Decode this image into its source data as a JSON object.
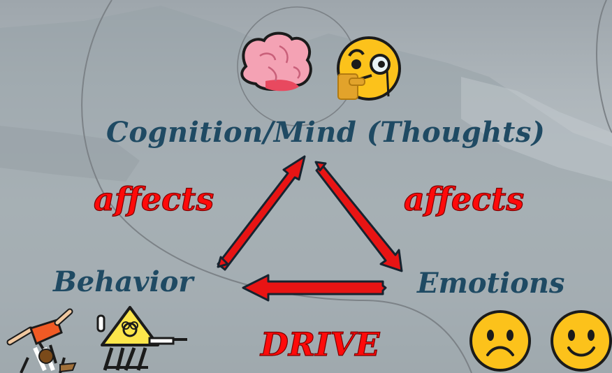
{
  "labels": {
    "cognition": "Cognition/Mind (Thoughts)",
    "behavior": "Behavior",
    "emotions": "Emotions"
  },
  "relations": {
    "affects_left": "affects",
    "affects_right": "affects",
    "drive": "DRIVE"
  },
  "colors": {
    "label_text": "#1f4a63",
    "relation_text": "#ff0a0a",
    "arrow_fill": "#e81414",
    "arrow_outline": "#16232f",
    "spiral_line": "#7c8287"
  },
  "icons": [
    "brain-icon",
    "thinking-face-with-monocle-icon",
    "cartwheel-person-icon",
    "biohazard-warning-figure-icon",
    "frowning-face-icon",
    "smiling-face-icon"
  ]
}
